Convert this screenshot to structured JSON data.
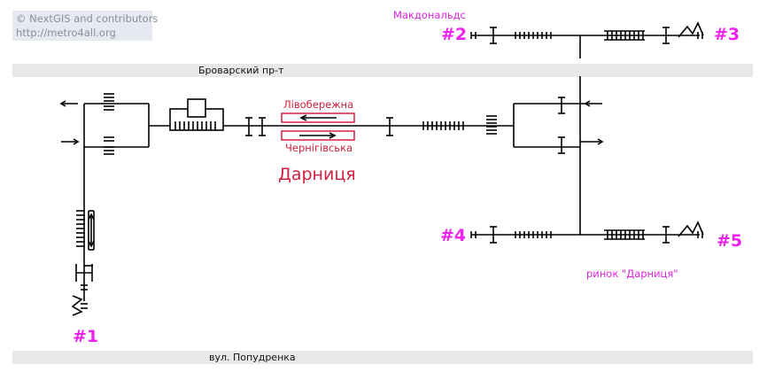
{
  "attribution": {
    "line1": "© NextGIS and contributors",
    "line2": "http://metro4all.org"
  },
  "streets": {
    "top": "Броварский пр-т",
    "bottom": "вул. Попудренка"
  },
  "station": {
    "name": "Дарниця"
  },
  "directions": {
    "left": "Лівобережна",
    "right": "Чернігівська"
  },
  "landmarks": {
    "top": "Макдональдс",
    "bottom": "ринок \"Дарниця\""
  },
  "exits": [
    "#1",
    "#2",
    "#3",
    "#4",
    "#5"
  ],
  "colors": {
    "track": "#d22040",
    "exit": "#ee22ee",
    "line": "#000000",
    "street_band": "#e8e8e8"
  }
}
